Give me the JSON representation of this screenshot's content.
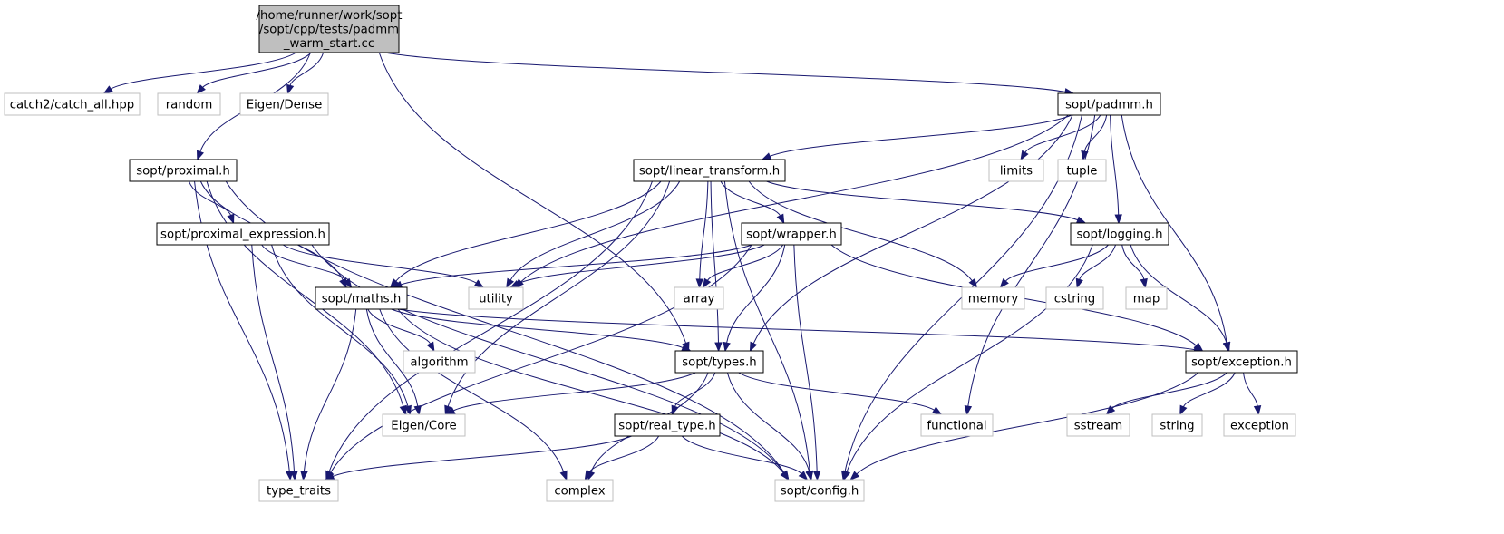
{
  "colors": {
    "edge": "#191970",
    "root_fill": "#bfbfbf",
    "root_stroke": "#000000",
    "local_fill": "#ffffff",
    "local_stroke": "#000000",
    "external_fill": "#ffffff",
    "external_stroke": "#bfbfbf"
  },
  "nodes": {
    "root": {
      "lines": [
        "/home/runner/work/sopt",
        "/sopt/cpp/tests/padmm",
        "_warm_start.cc"
      ],
      "kind": "root"
    },
    "catch_all": {
      "lines": [
        "catch2/catch_all.hpp"
      ],
      "kind": "external"
    },
    "random": {
      "lines": [
        "random"
      ],
      "kind": "external"
    },
    "eigen_dense": {
      "lines": [
        "Eigen/Dense"
      ],
      "kind": "external"
    },
    "padmm": {
      "lines": [
        "sopt/padmm.h"
      ],
      "kind": "local"
    },
    "proximal": {
      "lines": [
        "sopt/proximal.h"
      ],
      "kind": "local"
    },
    "linear_transform": {
      "lines": [
        "sopt/linear_transform.h"
      ],
      "kind": "local"
    },
    "limits": {
      "lines": [
        "limits"
      ],
      "kind": "external"
    },
    "tuple": {
      "lines": [
        "tuple"
      ],
      "kind": "external"
    },
    "proximal_expression": {
      "lines": [
        "sopt/proximal_expression.h"
      ],
      "kind": "local"
    },
    "wrapper": {
      "lines": [
        "sopt/wrapper.h"
      ],
      "kind": "local"
    },
    "logging": {
      "lines": [
        "sopt/logging.h"
      ],
      "kind": "local"
    },
    "maths": {
      "lines": [
        "sopt/maths.h"
      ],
      "kind": "local"
    },
    "utility": {
      "lines": [
        "utility"
      ],
      "kind": "external"
    },
    "array": {
      "lines": [
        "array"
      ],
      "kind": "external"
    },
    "memory": {
      "lines": [
        "memory"
      ],
      "kind": "external"
    },
    "cstring": {
      "lines": [
        "cstring"
      ],
      "kind": "external"
    },
    "map": {
      "lines": [
        "map"
      ],
      "kind": "external"
    },
    "algorithm": {
      "lines": [
        "algorithm"
      ],
      "kind": "external"
    },
    "types": {
      "lines": [
        "sopt/types.h"
      ],
      "kind": "local"
    },
    "exception": {
      "lines": [
        "sopt/exception.h"
      ],
      "kind": "local"
    },
    "eigen_core": {
      "lines": [
        "Eigen/Core"
      ],
      "kind": "external"
    },
    "real_type": {
      "lines": [
        "sopt/real_type.h"
      ],
      "kind": "local"
    },
    "functional": {
      "lines": [
        "functional"
      ],
      "kind": "external"
    },
    "sstream": {
      "lines": [
        "sstream"
      ],
      "kind": "external"
    },
    "string": {
      "lines": [
        "string"
      ],
      "kind": "external"
    },
    "exception_std": {
      "lines": [
        "exception"
      ],
      "kind": "external"
    },
    "type_traits": {
      "lines": [
        "type_traits"
      ],
      "kind": "external"
    },
    "complex": {
      "lines": [
        "complex"
      ],
      "kind": "external"
    },
    "config": {
      "lines": [
        "sopt/config.h"
      ],
      "kind": "external"
    }
  },
  "edges": [
    [
      "root",
      "catch_all"
    ],
    [
      "root",
      "random"
    ],
    [
      "root",
      "eigen_dense"
    ],
    [
      "root",
      "padmm"
    ],
    [
      "root",
      "proximal"
    ],
    [
      "root",
      "types"
    ],
    [
      "padmm",
      "linear_transform"
    ],
    [
      "padmm",
      "limits"
    ],
    [
      "padmm",
      "tuple"
    ],
    [
      "padmm",
      "logging"
    ],
    [
      "padmm",
      "utility"
    ],
    [
      "padmm",
      "types"
    ],
    [
      "padmm",
      "exception"
    ],
    [
      "padmm",
      "functional"
    ],
    [
      "padmm",
      "config"
    ],
    [
      "proximal",
      "proximal_expression"
    ],
    [
      "proximal",
      "maths"
    ],
    [
      "proximal",
      "eigen_core"
    ],
    [
      "proximal",
      "type_traits"
    ],
    [
      "proximal",
      "config"
    ],
    [
      "linear_transform",
      "wrapper"
    ],
    [
      "linear_transform",
      "logging"
    ],
    [
      "linear_transform",
      "maths"
    ],
    [
      "linear_transform",
      "utility"
    ],
    [
      "linear_transform",
      "array"
    ],
    [
      "linear_transform",
      "memory"
    ],
    [
      "linear_transform",
      "types"
    ],
    [
      "linear_transform",
      "eigen_core"
    ],
    [
      "linear_transform",
      "type_traits"
    ],
    [
      "linear_transform",
      "config"
    ],
    [
      "proximal_expression",
      "maths"
    ],
    [
      "proximal_expression",
      "utility"
    ],
    [
      "proximal_expression",
      "eigen_core"
    ],
    [
      "proximal_expression",
      "type_traits"
    ],
    [
      "proximal_expression",
      "config"
    ],
    [
      "wrapper",
      "maths"
    ],
    [
      "wrapper",
      "utility"
    ],
    [
      "wrapper",
      "array"
    ],
    [
      "wrapper",
      "types"
    ],
    [
      "wrapper",
      "exception"
    ],
    [
      "wrapper",
      "type_traits"
    ],
    [
      "wrapper",
      "config"
    ],
    [
      "logging",
      "memory"
    ],
    [
      "logging",
      "cstring"
    ],
    [
      "logging",
      "map"
    ],
    [
      "logging",
      "exception"
    ],
    [
      "logging",
      "config"
    ],
    [
      "maths",
      "algorithm"
    ],
    [
      "maths",
      "types"
    ],
    [
      "maths",
      "exception"
    ],
    [
      "maths",
      "eigen_core"
    ],
    [
      "maths",
      "type_traits"
    ],
    [
      "maths",
      "complex"
    ],
    [
      "maths",
      "config"
    ],
    [
      "types",
      "eigen_core"
    ],
    [
      "types",
      "real_type"
    ],
    [
      "types",
      "functional"
    ],
    [
      "types",
      "complex"
    ],
    [
      "types",
      "config"
    ],
    [
      "real_type",
      "type_traits"
    ],
    [
      "real_type",
      "complex"
    ],
    [
      "real_type",
      "config"
    ],
    [
      "exception",
      "sstream"
    ],
    [
      "exception",
      "string"
    ],
    [
      "exception",
      "exception_std"
    ],
    [
      "exception",
      "config"
    ]
  ]
}
